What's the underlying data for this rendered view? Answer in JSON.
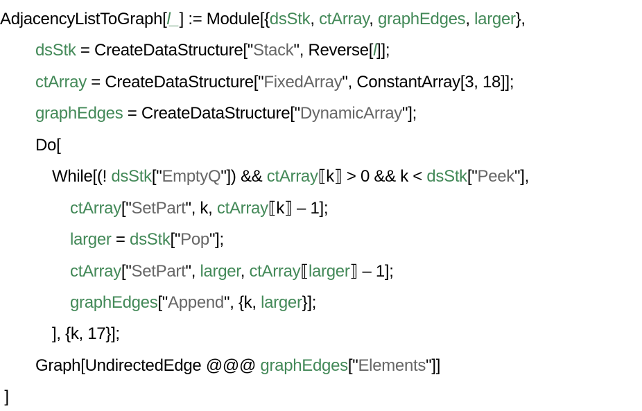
{
  "colors": {
    "plain": "#000000",
    "local_variable": "#438958",
    "string": "#666666",
    "background": "#ffffff"
  },
  "code": {
    "language": "Wolfram Language",
    "lines": [
      {
        "indent": 0,
        "tokens": [
          {
            "t": "AdjacencyListToGraph[",
            "k": "plain"
          },
          {
            "t": "l_",
            "k": "pattern"
          },
          {
            "t": "] := Module[{",
            "k": "plain"
          },
          {
            "t": "dsStk",
            "k": "var"
          },
          {
            "t": ", ",
            "k": "plain"
          },
          {
            "t": "ctArray",
            "k": "var"
          },
          {
            "t": ", ",
            "k": "plain"
          },
          {
            "t": "graphEdges",
            "k": "var"
          },
          {
            "t": ", ",
            "k": "plain"
          },
          {
            "t": "larger",
            "k": "var"
          },
          {
            "t": "},",
            "k": "plain"
          }
        ]
      },
      {
        "indent": 1,
        "tokens": [
          {
            "t": "dsStk",
            "k": "var"
          },
          {
            "t": " = CreateDataStructure[\"",
            "k": "plain"
          },
          {
            "t": "Stack",
            "k": "str"
          },
          {
            "t": "\", Reverse[",
            "k": "plain"
          },
          {
            "t": "l",
            "k": "pattern"
          },
          {
            "t": "]];",
            "k": "plain"
          }
        ]
      },
      {
        "indent": 1,
        "tokens": [
          {
            "t": "ctArray",
            "k": "var"
          },
          {
            "t": " = CreateDataStructure[\"",
            "k": "plain"
          },
          {
            "t": "FixedArray",
            "k": "str"
          },
          {
            "t": "\", ConstantArray[3, 18]];",
            "k": "plain"
          }
        ]
      },
      {
        "indent": 1,
        "tokens": [
          {
            "t": "graphEdges",
            "k": "var"
          },
          {
            "t": " = CreateDataStructure[\"",
            "k": "plain"
          },
          {
            "t": "DynamicArray",
            "k": "str"
          },
          {
            "t": "\"];",
            "k": "plain"
          }
        ]
      },
      {
        "indent": 1,
        "tokens": [
          {
            "t": "Do[",
            "k": "plain"
          }
        ]
      },
      {
        "indent": 2,
        "tokens": [
          {
            "t": "While[(! ",
            "k": "plain"
          },
          {
            "t": "dsStk",
            "k": "var"
          },
          {
            "t": "[\"",
            "k": "plain"
          },
          {
            "t": "EmptyQ",
            "k": "str"
          },
          {
            "t": "\"]) && ",
            "k": "plain"
          },
          {
            "t": "ctArray",
            "k": "var"
          },
          {
            "t": "⟦k⟧ > 0 && k < ",
            "k": "plain"
          },
          {
            "t": "dsStk",
            "k": "var"
          },
          {
            "t": "[\"",
            "k": "plain"
          },
          {
            "t": "Peek",
            "k": "str"
          },
          {
            "t": "\"],",
            "k": "plain"
          }
        ]
      },
      {
        "indent": 3,
        "tokens": [
          {
            "t": "ctArray",
            "k": "var"
          },
          {
            "t": "[\"",
            "k": "plain"
          },
          {
            "t": "SetPart",
            "k": "str"
          },
          {
            "t": "\", k, ",
            "k": "plain"
          },
          {
            "t": "ctArray",
            "k": "var"
          },
          {
            "t": "⟦k⟧ – 1];",
            "k": "plain"
          }
        ]
      },
      {
        "indent": 3,
        "tokens": [
          {
            "t": "larger",
            "k": "var"
          },
          {
            "t": " = ",
            "k": "plain"
          },
          {
            "t": "dsStk",
            "k": "var"
          },
          {
            "t": "[\"",
            "k": "plain"
          },
          {
            "t": "Pop",
            "k": "str"
          },
          {
            "t": "\"];",
            "k": "plain"
          }
        ]
      },
      {
        "indent": 3,
        "tokens": [
          {
            "t": "ctArray",
            "k": "var"
          },
          {
            "t": "[\"",
            "k": "plain"
          },
          {
            "t": "SetPart",
            "k": "str"
          },
          {
            "t": "\", ",
            "k": "plain"
          },
          {
            "t": "larger",
            "k": "var"
          },
          {
            "t": ", ",
            "k": "plain"
          },
          {
            "t": "ctArray",
            "k": "var"
          },
          {
            "t": "⟦",
            "k": "plain"
          },
          {
            "t": "larger",
            "k": "var"
          },
          {
            "t": "⟧ – 1];",
            "k": "plain"
          }
        ]
      },
      {
        "indent": 3,
        "tokens": [
          {
            "t": "graphEdges",
            "k": "var"
          },
          {
            "t": "[\"",
            "k": "plain"
          },
          {
            "t": "Append",
            "k": "str"
          },
          {
            "t": "\", {k, ",
            "k": "plain"
          },
          {
            "t": "larger",
            "k": "var"
          },
          {
            "t": "}];",
            "k": "plain"
          }
        ]
      },
      {
        "indent": 2,
        "tokens": [
          {
            "t": "], {k, 17}];",
            "k": "plain"
          }
        ]
      },
      {
        "indent": 1,
        "tokens": [
          {
            "t": "Graph[UndirectedEdge @@@ ",
            "k": "plain"
          },
          {
            "t": "graphEdges",
            "k": "var"
          },
          {
            "t": "[\"",
            "k": "plain"
          },
          {
            "t": "Elements",
            "k": "str"
          },
          {
            "t": "\"]]",
            "k": "plain"
          }
        ]
      },
      {
        "indent": 0,
        "tokens": [
          {
            "t": " ]",
            "k": "plain"
          }
        ]
      }
    ]
  }
}
